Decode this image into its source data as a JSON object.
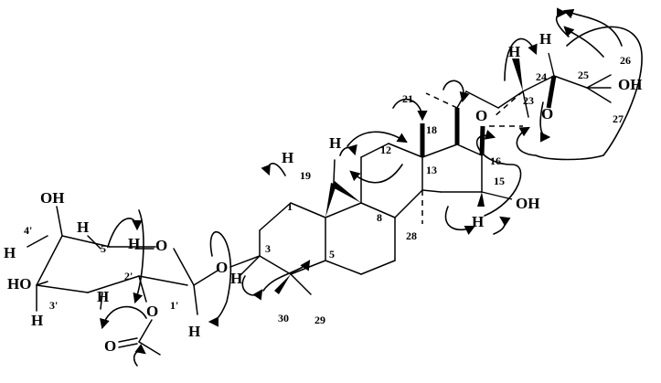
{
  "atoms": {
    "oh_4p": "OH",
    "h_4p": "H",
    "h_5p": "H",
    "h_ring": "H",
    "o_ring": "O",
    "ho_3p": "HO",
    "h_2p": "H",
    "h_3p": "H",
    "o_ester": "O",
    "o_carbonyl": "O",
    "h_1p": "H",
    "o_glyc": "O",
    "h_3": "H",
    "h_19": "H",
    "h_11": "H",
    "h_15": "H",
    "oh_15": "OH",
    "o_16": "O",
    "o_24": "O",
    "h_23": "H",
    "h_24": "H",
    "oh_25": "OH"
  },
  "numbers": {
    "n4p": "4'",
    "n5p": "5'",
    "n2p": "2'",
    "n3p": "3'",
    "n1p": "1'",
    "n1": "1",
    "n3": "3",
    "n5": "5",
    "n8": "8",
    "n12": "12",
    "n13": "13",
    "n15": "15",
    "n16": "16",
    "n18": "18",
    "n19": "19",
    "n21": "21",
    "n23": "23",
    "n24": "24",
    "n25": "25",
    "n26": "26",
    "n27": "27",
    "n28": "28",
    "n29": "29",
    "n30": "30"
  },
  "colors": {
    "ink": "#000000",
    "background": "#ffffff"
  }
}
